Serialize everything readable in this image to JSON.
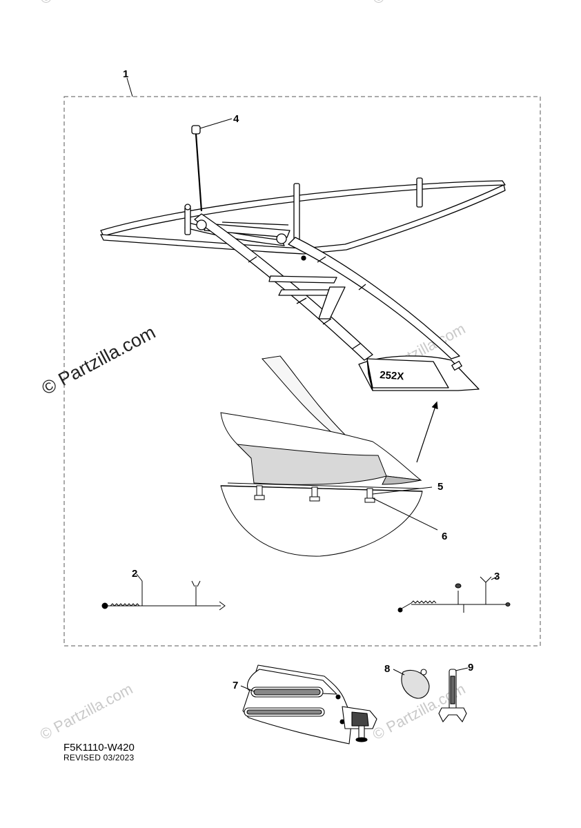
{
  "diagram": {
    "watermark_text": "© Partzilla.com",
    "drawing_code": "F5K1110-W420",
    "revised": "REVISED 03/2023",
    "tower_badge": "252X",
    "callouts": [
      "1",
      "2",
      "3",
      "4",
      "5",
      "6",
      "7",
      "8",
      "9"
    ]
  }
}
